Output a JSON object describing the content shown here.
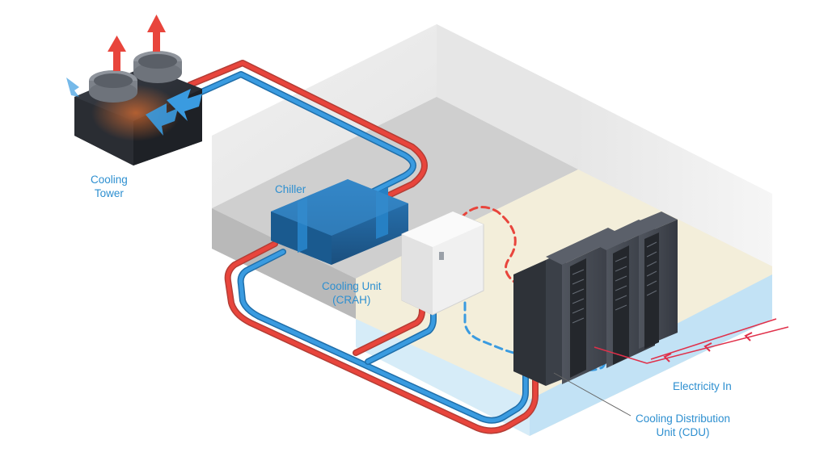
{
  "labels": {
    "cooling_tower": [
      "Cooling",
      "Tower"
    ],
    "chiller": "Chiller",
    "cooling_unit": [
      "Cooling Unit",
      "(CRAH)"
    ],
    "electricity_in": "Electricity In",
    "cdu": [
      "Cooling Distribution",
      "Unit (CDU)"
    ]
  },
  "colors": {
    "hot": "#e8453c",
    "cold": "#2f8fd6",
    "label": "#2d8fd0",
    "floor": "#f6f1dc",
    "floor_edge": "#cfe7f6",
    "rack": "#3f444d",
    "electric": "#e0304a"
  },
  "icons": [
    "exhaust-arrow-icon",
    "intake-arrow-icon",
    "flow-arrow-icon"
  ]
}
